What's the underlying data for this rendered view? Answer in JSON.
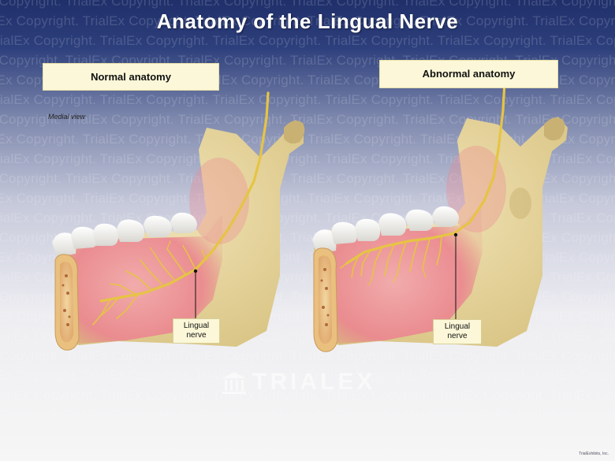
{
  "title": "Anatomy of the Lingual Nerve",
  "panels": {
    "left": {
      "label": "Normal anatomy",
      "view_note": "Medial view"
    },
    "right": {
      "label": "Abnormal anatomy"
    }
  },
  "callouts": {
    "left": {
      "line1": "Lingual",
      "line2": "nerve"
    },
    "right": {
      "line1": "Lingual",
      "line2": "nerve"
    }
  },
  "watermark": {
    "text": "TrialEx Copyright.",
    "center_logo": "TRIALEX",
    "footer_logo": "TrialExhibits, Inc."
  },
  "colors": {
    "title_bar": "#1f2f6a",
    "label_fill": "#fbf7d8",
    "bone": "#e8d7a0",
    "gum": "#e77a85",
    "nerve": "#e6c444",
    "tooth": "#f4f4f0"
  },
  "icons": {
    "center_logo": "column-temple-icon"
  }
}
